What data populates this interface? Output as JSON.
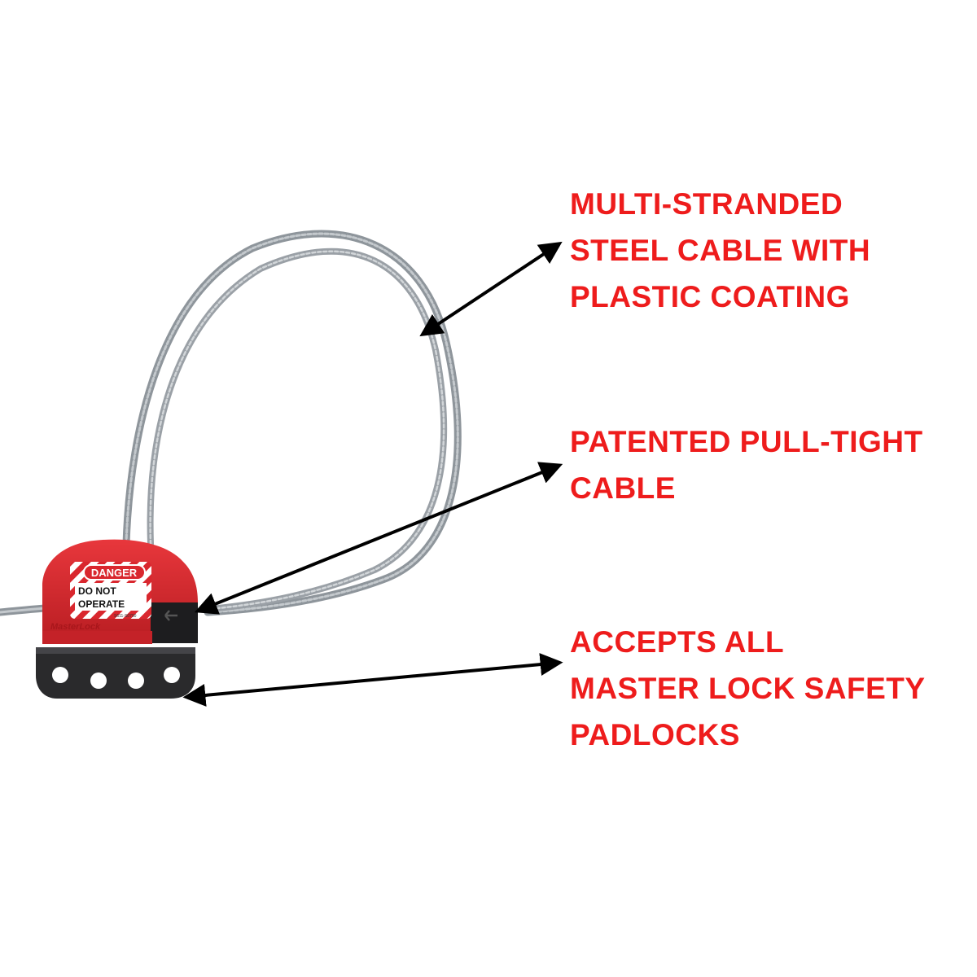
{
  "colors": {
    "background": "#ffffff",
    "callout_text": "#ee1c1c",
    "arrow": "#000000",
    "cable": "#9aa0a6",
    "device_body": "#d9272e",
    "device_base": "#2a2a2c",
    "label_white": "#ffffff",
    "label_black": "#111111"
  },
  "callouts": [
    {
      "lines": [
        "MULTI-STRANDED",
        "STEEL CABLE WITH",
        "PLASTIC COATING"
      ]
    },
    {
      "lines": [
        "PATENTED PULL-TIGHT",
        "CABLE"
      ]
    },
    {
      "lines": [
        "ACCEPTS ALL",
        "MASTER LOCK SAFETY",
        "PADLOCKS"
      ]
    }
  ],
  "device_tag": {
    "banner": "DANGER",
    "line1": "DO NOT",
    "line2": "OPERATE",
    "part_number": "S611-S0700",
    "brand": "MasterLock"
  },
  "icons": {
    "padlock_holes": "padlock-hole-icon",
    "direction_arrow": "pull-direction-arrow-icon"
  }
}
